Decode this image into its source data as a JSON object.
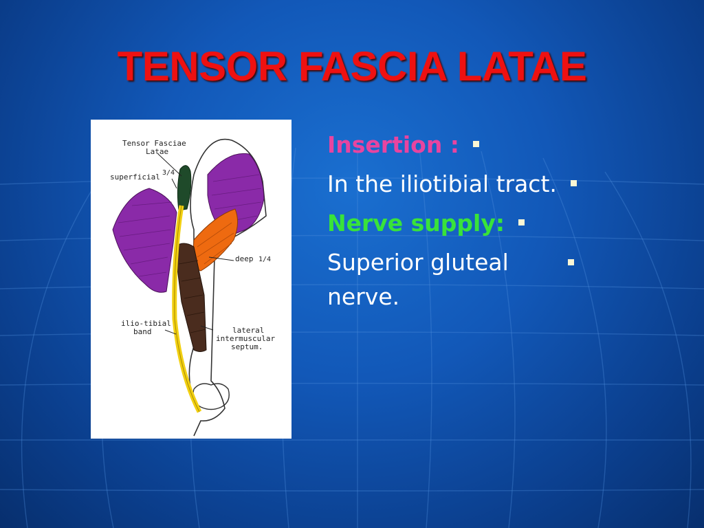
{
  "slide": {
    "title": "TENSOR FASCIA LATAE",
    "colors": {
      "title": "#ee1111",
      "background": "#1258b8",
      "insertion_heading": "#e844a0",
      "nerve_heading": "#39e33a",
      "bullet_marker": "#fbf6d4"
    }
  },
  "figure": {
    "labels": {
      "tensor": "Tensor Fasciae",
      "latae": "Latae",
      "superficial": "superficial",
      "superficial_fraction": "3/4",
      "deep": "deep",
      "deep_fraction": "1/4",
      "ilio_tibial": "ilio-tibial",
      "band": "band",
      "lateral": "lateral",
      "intermuscular": "intermuscular",
      "septum": "septum."
    }
  },
  "bullets": [
    {
      "text": "Insertion :",
      "style": "pink"
    },
    {
      "text": "In the iliotibial tract.",
      "style": "plain"
    },
    {
      "text": "Nerve supply:",
      "style": "green"
    },
    {
      "text": "Superior gluteal nerve.",
      "style": "plain"
    }
  ]
}
